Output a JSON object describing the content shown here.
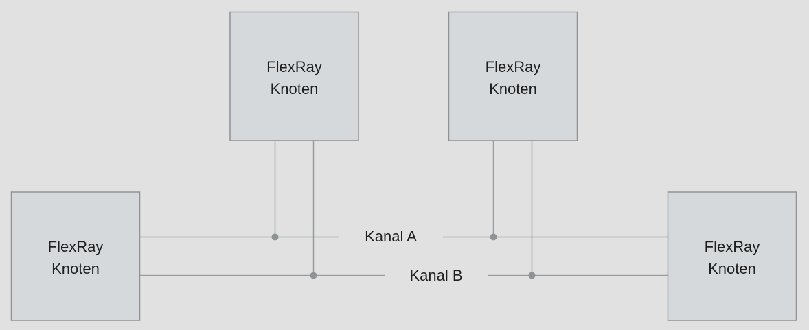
{
  "diagram": {
    "nodes": [
      {
        "id": "top-left",
        "line1": "FlexRay",
        "line2": "Knoten"
      },
      {
        "id": "top-right",
        "line1": "FlexRay",
        "line2": "Knoten"
      },
      {
        "id": "bottom-left",
        "line1": "FlexRay",
        "line2": "Knoten"
      },
      {
        "id": "bottom-right",
        "line1": "FlexRay",
        "line2": "Knoten"
      }
    ],
    "channels": [
      {
        "id": "a",
        "label": "Kanal A"
      },
      {
        "id": "b",
        "label": "Kanal B"
      }
    ]
  }
}
